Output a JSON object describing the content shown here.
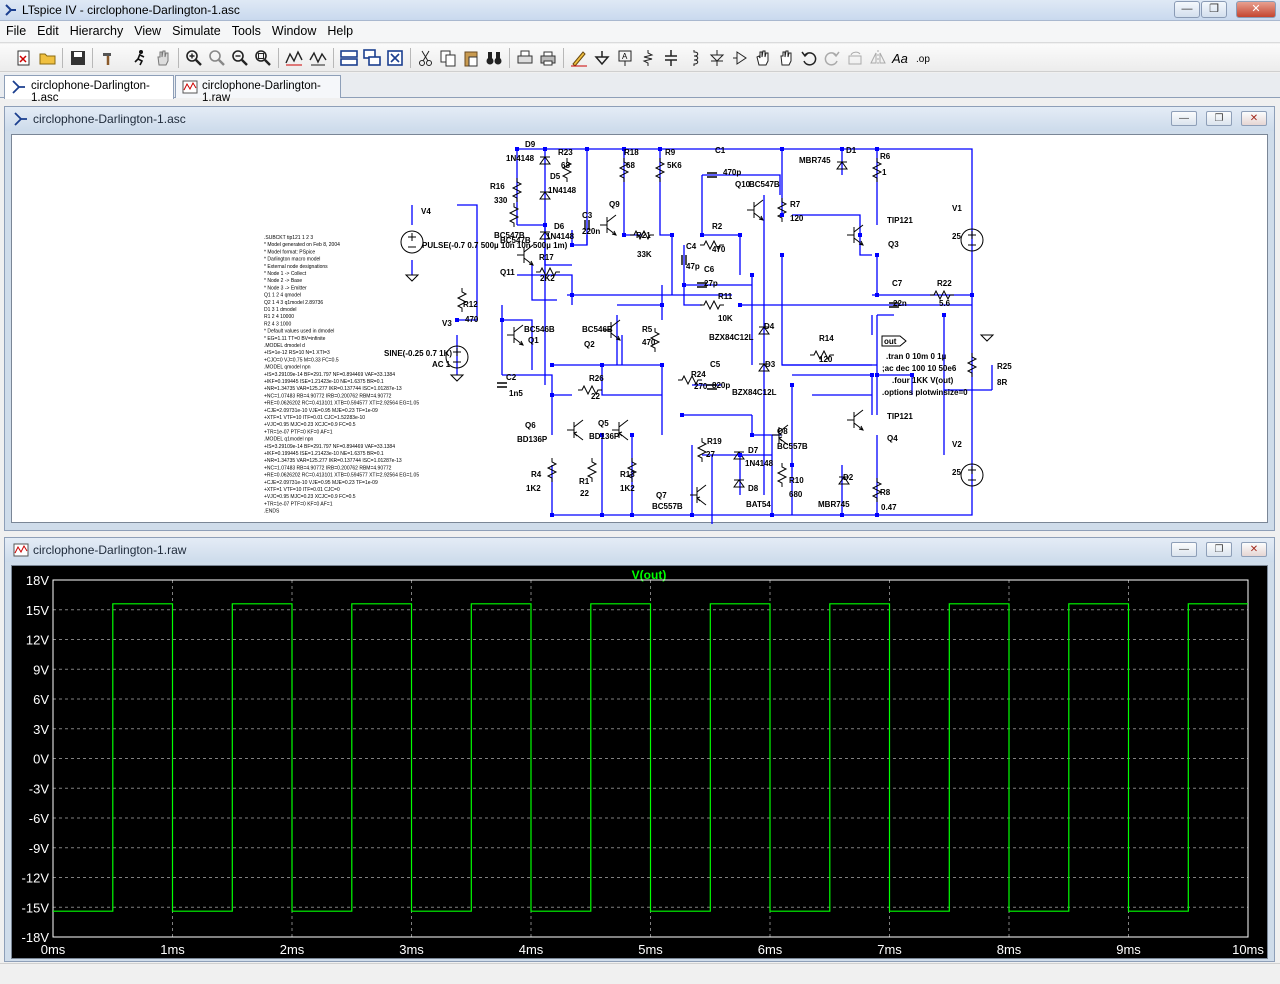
{
  "window": {
    "title": "LTspice IV - circlophone-Darlington-1.asc"
  },
  "menu": [
    "File",
    "Edit",
    "Hierarchy",
    "View",
    "Simulate",
    "Tools",
    "Window",
    "Help"
  ],
  "tabs": [
    {
      "label": "circlophone-Darlington-1.asc",
      "active": true
    },
    {
      "label": "circlophone-Darlington-1.raw",
      "active": false
    }
  ],
  "schematic_window": {
    "title": "circlophone-Darlington-1.asc"
  },
  "plot_window": {
    "title": "circlophone-Darlington-1.raw"
  },
  "schematic": {
    "parts": [
      "D9",
      "1N4148",
      "R23",
      "68",
      "R18",
      "68",
      "R9",
      "5K6",
      "C1",
      "470p",
      "Q10",
      "BC547B",
      "MBR745",
      "D1",
      "R6",
      "1",
      "R16",
      "330",
      "D5",
      "1N4148",
      "BC547B",
      "Q9",
      "V4",
      "D6",
      "1N4148",
      "C3",
      "220n",
      "R7",
      "120",
      "TIP121",
      "Q3",
      "V1",
      "25",
      "BC547B",
      "Q11",
      "R2",
      "470",
      "R21",
      "33K",
      "C4",
      "47p",
      "C6",
      "27p",
      "R17",
      "2K2",
      "R11",
      "10K",
      "C7",
      "22n",
      "R22",
      "5.6",
      "R12",
      "470",
      "V3",
      "BC546B",
      "Q1",
      "BC546B",
      "Q2",
      "R5",
      "470",
      "BZX84C12L",
      "D4",
      "R14",
      "120",
      "D3",
      "C2",
      "1n5",
      "R26",
      "22",
      "R24",
      "270",
      "C5",
      "820p",
      "BZX84C12L",
      "R25",
      "8R",
      "TIP121",
      "Q4",
      "Q6",
      "BD136P",
      "Q5",
      "BD136P",
      "R19",
      "27",
      "D7",
      "1N4148",
      "Q8",
      "BC557B",
      "V2",
      "25",
      "R4",
      "1K2",
      "R1",
      "22",
      "R13",
      "1K2",
      "R10",
      "680",
      "D8",
      "BAT54",
      "Q7",
      "BC557B",
      "D2",
      "MBR745",
      "R8",
      "0.47"
    ],
    "pulse_source": "PULSE(-0.7 0.7 500µ 10n 10n 500µ 1m)",
    "sine_source": "SINE(-0.25 0.7 1K)",
    "sine_ac": "AC 1",
    "net_label": "out",
    "directives": [
      ".tran 0 10m 0 1µ",
      ";ac dec 100 10 50e6",
      ".four 1KK V(out)",
      ".options plotwinsize=0"
    ],
    "spice_model_text": [
      ".SUBCKT tip121 1 2 3",
      "* Model generated on Feb  8, 2004",
      "* Model format: PSpice",
      "* Darlington macro model",
      "* External node designations",
      "* Node 1 -> Collect",
      "* Node 2 -> Base",
      "* Node 3 -> Emitter",
      "Q1 1 2 4 qmodel",
      "Q2 1 4 3 q1model 2.89736",
      "D1 3 1 dmodel",
      "R1 2 4 10000",
      "R2 4 3 1000",
      "* Default values used in dmodel",
      "*   EG=1.11 TT=0 BV=infinite",
      ".MODEL dmodel d",
      "+IS=1e-12 RS=10 N=1 XTI=3",
      "+CJO=0 VJ=0.75 M=0.33 FC=0.5",
      ".MODEL qmodel npn",
      "+IS=3.29109e-14 BF=291.797 NF=0.894469 VAF=33.1384",
      "+IKF=0.199445 ISE=1.21423e-10 NE=1.6375 BR=0.1",
      "+NR=1.34735 VAR=125.277 IKR=0.137744 ISC=1.01287e-13",
      "+NC=1.07483 RB=4.90772 IRB=0.200762 RBM=4.90772",
      "+RE=0.0626202 RC=0.413101 XTB=0.594577 XTI=2.92564 EG=1.05",
      "+CJE=2.09731e-10 VJE=0.95 MJE=0.23 TF=1e-09",
      "+XTF=1 VTF=10 ITF=0.01 CJC=1.52283e-10",
      "+VJC=0.95 MJC=0.23 XCJC=0.9 FC=0.5",
      "+TR=1e-07 PTF=0 KF=0 AF=1",
      ".MODEL q1model npn",
      "+IS=3.29109e-14 BF=291.797 NF=0.894469 VAF=33.1384",
      "+IKF=0.199445 ISE=1.21423e-10 NE=1.6375 BR=0.1",
      "+NR=1.34735 VAR=125.277 IKR=0.137744 ISC=1.01287e-13",
      "+NC=1.07483 RB=4.90772 IRB=0.200762 RBM=4.90772",
      "+RE=0.0626202 RC=0.413101 XTB=0.594577 XTI=2.92564 EG=1.05",
      "+CJE=2.09731e-10 VJE=0.95 MJE=0.23 TF=1e-09",
      "+XTF=1 VTF=10 ITF=0.01 CJC=0",
      "+VJC=0.95 MJC=0.23 XCJC=0.9 FC=0.5",
      "+TR=1e-07 PTF=0 KF=0 AF=1",
      ".ENDS"
    ]
  },
  "chart_data": {
    "type": "line",
    "title": "V(out)",
    "xlabel": "",
    "ylabel": "",
    "x_ticks": [
      "0ms",
      "1ms",
      "2ms",
      "3ms",
      "4ms",
      "5ms",
      "6ms",
      "7ms",
      "8ms",
      "9ms",
      "10ms"
    ],
    "y_ticks": [
      "18V",
      "15V",
      "12V",
      "9V",
      "6V",
      "3V",
      "0V",
      "-3V",
      "-6V",
      "-9V",
      "-12V",
      "-15V",
      "-18V"
    ],
    "xlim": [
      0,
      10
    ],
    "ylim": [
      -18,
      18
    ],
    "x_unit": "ms",
    "y_unit": "V",
    "grid": true,
    "series": [
      {
        "name": "V(out)",
        "color": "#00ff00",
        "x": [
          0,
          0.5,
          0.5,
          1.0,
          1.0,
          1.5,
          1.5,
          2.0,
          2.0,
          2.5,
          2.5,
          3.0,
          3.0,
          3.5,
          3.5,
          4.0,
          4.0,
          4.5,
          4.5,
          5.0,
          5.0,
          5.5,
          5.5,
          6.0,
          6.0,
          6.5,
          6.5,
          7.0,
          7.0,
          7.5,
          7.5,
          8.0,
          8.0,
          8.5,
          8.5,
          9.0,
          9.0,
          9.5,
          9.5,
          10.0
        ],
        "y": [
          -15.4,
          -15.4,
          15.6,
          15.6,
          -15.4,
          -15.4,
          15.6,
          15.6,
          -15.4,
          -15.4,
          15.6,
          15.6,
          -15.4,
          -15.4,
          15.6,
          15.6,
          -15.4,
          -15.4,
          15.6,
          15.6,
          -15.4,
          -15.4,
          15.6,
          15.6,
          -15.4,
          -15.4,
          15.6,
          15.6,
          -15.4,
          -15.4,
          15.6,
          15.6,
          -15.4,
          -15.4,
          15.6,
          15.6,
          -15.4,
          -15.4,
          15.6,
          15.6
        ]
      }
    ]
  },
  "colors": {
    "trace": "#00ff00",
    "plot_background": "#000000",
    "grid": "#808080",
    "axis_text": "#ffffff",
    "wire": "#0000ff",
    "component": "#000000"
  }
}
